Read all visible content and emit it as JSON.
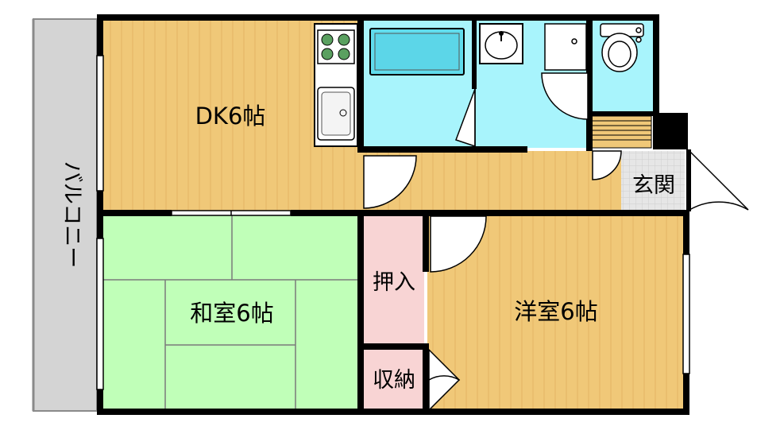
{
  "rooms": {
    "dk": "DK6帖",
    "washitsu": "和室6帖",
    "youshitsu": "洋室6帖",
    "oshiire": "押入",
    "shuno": "収納",
    "genkan": "玄関",
    "balcony": "バルコニー"
  },
  "colors": {
    "wood": "#f0c878",
    "wood_line": "#ffffff",
    "tatami": "#c0ffb8",
    "water": "#a8f4fc",
    "closet": "#f8d4d4",
    "tile": "#dcdcdc",
    "balcony": "#d4d4d4",
    "wall": "#000000",
    "stair": "#f0c878"
  }
}
